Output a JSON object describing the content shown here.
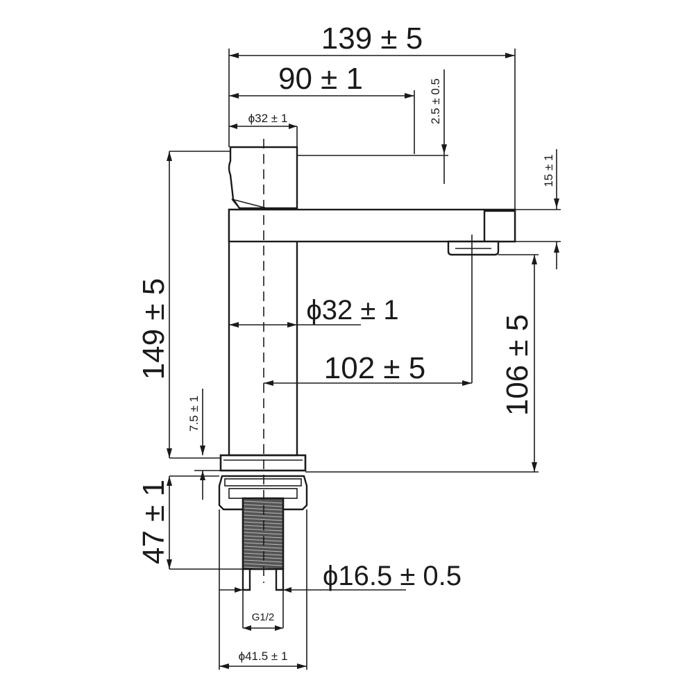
{
  "drawing": {
    "dimensions": {
      "overall_length": "139 ± 5",
      "lever_length": "90 ± 1",
      "lever_offset": "2.5 ± 0.5",
      "lever_diameter": "ϕ32 ± 1",
      "spout_thickness": "15 ± 1",
      "overall_height": "149 ± 5",
      "body_diameter": "ϕ32 ± 1",
      "spout_reach": "102 ± 5",
      "outlet_height": "106 ± 5",
      "base_height": "7.5 ± 1",
      "shank_length": "47 ± 1",
      "shank_diameter": "ϕ16.5 ± 0.5",
      "thread": "G1/2",
      "base_diameter": "ϕ41.5 ± 1"
    }
  }
}
